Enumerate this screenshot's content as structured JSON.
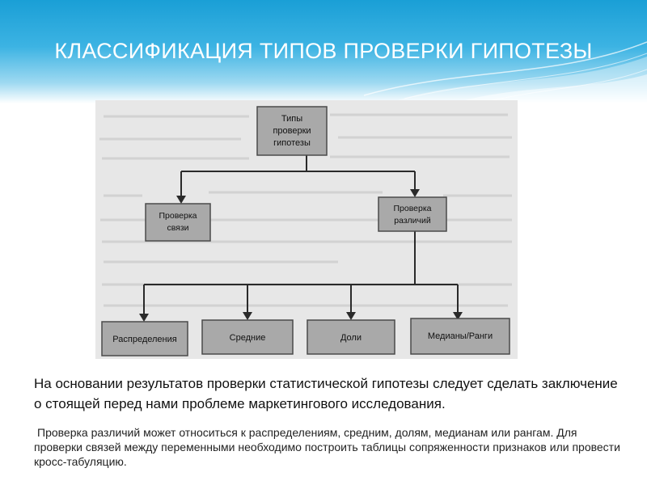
{
  "slide": {
    "title": "КЛАССИФИКАЦИЯ ТИПОВ ПРОВЕРКИ ГИПОТЕЗЫ"
  },
  "diagram": {
    "root": {
      "lines": [
        "Типы",
        "проверки",
        "гипотезы"
      ]
    },
    "level1": [
      {
        "lines": [
          "Проверка",
          "связи"
        ]
      },
      {
        "lines": [
          "Проверка",
          "различий"
        ]
      }
    ],
    "level2": [
      {
        "label": "Распределения"
      },
      {
        "label": "Средние"
      },
      {
        "label": "Доли"
      },
      {
        "label": "Медианы/Ранги"
      }
    ],
    "colors": {
      "box_fill": "#a9a9a9",
      "box_border": "#4a4a4a",
      "line": "#2a2a2a",
      "background": "#e7e7e7"
    }
  },
  "body": {
    "main_text": "На основании результатов проверки статистической гипотезы следует сделать заключение о стоящей перед нами проблеме маркетингового исследования.",
    "sub_text": "Проверка различий может относиться к распределениям, средним, долям, медианам или рангам. Для проверки связей между переменными необходимо построить таблицы сопряженности признаков или провести кросс-табуляцию."
  }
}
